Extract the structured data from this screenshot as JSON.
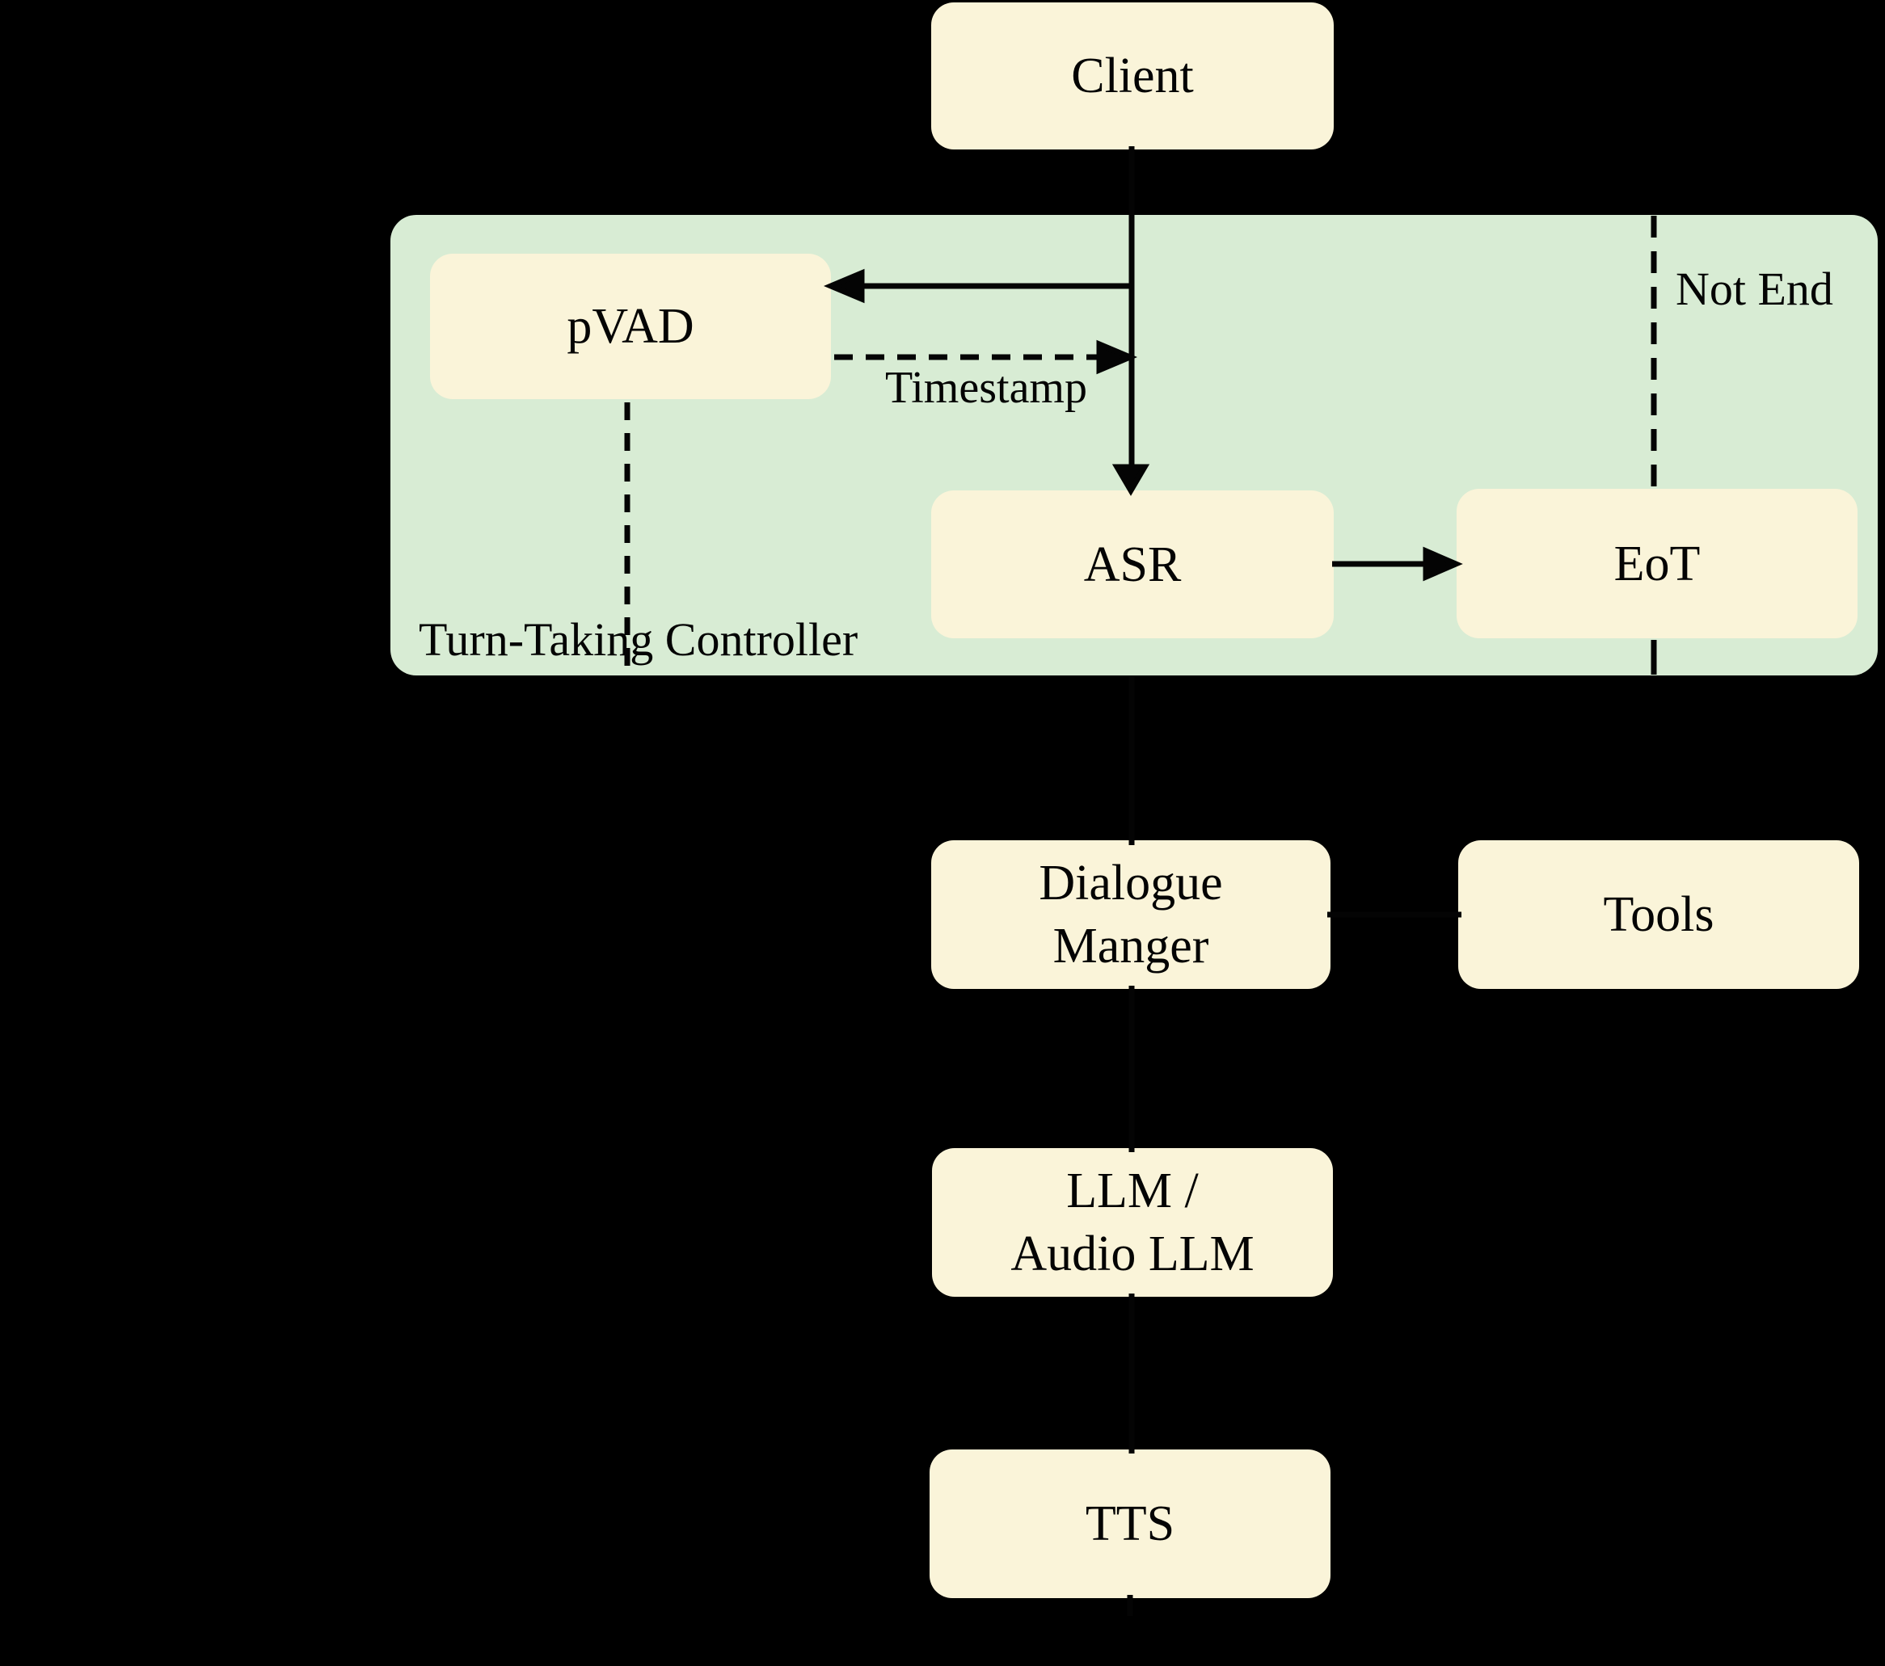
{
  "diagram": {
    "title_hint": "Voice agent turn-taking architecture diagram",
    "colors": {
      "background": "#000000",
      "node_fill": "#faf4d9",
      "container_fill": "#d8ecd4",
      "line_color": "#040404"
    },
    "nodes": {
      "client": "Client",
      "pvad": "pVAD",
      "asr": "ASR",
      "eot": "EoT",
      "dialogue_manager_line1": "Dialogue",
      "dialogue_manager_line2": "Manger",
      "tools": "Tools",
      "llm_line1": "LLM /",
      "llm_line2": "Audio LLM",
      "tts": "TTS"
    },
    "container_label": "Turn-Taking Controller",
    "labels": {
      "timestamp": "Timestamp",
      "not_end": "Not End"
    }
  }
}
